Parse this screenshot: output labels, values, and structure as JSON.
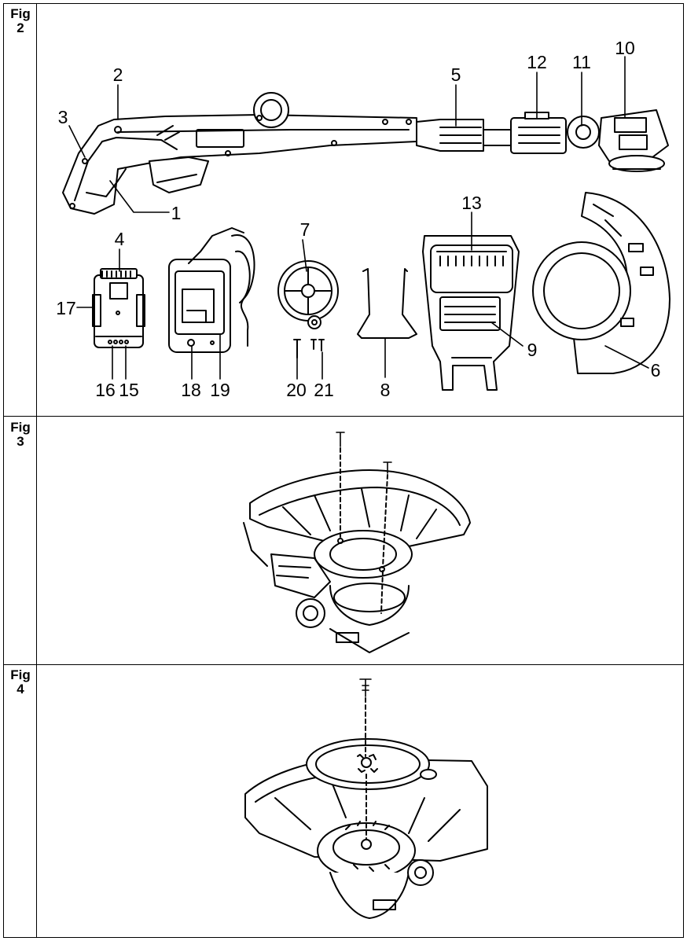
{
  "figures": [
    {
      "label_fig": "Fig",
      "label_num": "2"
    },
    {
      "label_fig": "Fig",
      "label_num": "3"
    },
    {
      "label_fig": "Fig",
      "label_num": "4"
    }
  ],
  "fig2_callouts": [
    "1",
    "2",
    "3",
    "4",
    "5",
    "6",
    "7",
    "8",
    "9",
    "10",
    "11",
    "12",
    "13",
    "15",
    "16",
    "17",
    "18",
    "19",
    "20",
    "21"
  ]
}
